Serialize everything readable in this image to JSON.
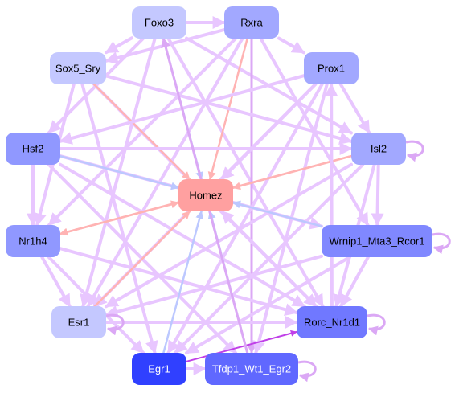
{
  "colors": {
    "edge_light": "#e8c6ff",
    "edge_mid": "#dba8f5",
    "edge_red": "#ffb3b3",
    "edge_blue": "#bcc8ff",
    "edge_strong": "#c040e8"
  },
  "nodes": [
    {
      "id": "foxo3",
      "label": "Foxo3",
      "fill": "#c4c8ff",
      "text_color": "#000000"
    },
    {
      "id": "rxra",
      "label": "Rxra",
      "fill": "#a2a8ff",
      "text_color": "#000000"
    },
    {
      "id": "sox5_sry",
      "label": "Sox5_Sry",
      "fill": "#c4c8ff",
      "text_color": "#000000"
    },
    {
      "id": "prox1",
      "label": "Prox1",
      "fill": "#a2a8ff",
      "text_color": "#000000"
    },
    {
      "id": "hsf2",
      "label": "Hsf2",
      "fill": "#9098ff",
      "text_color": "#000000"
    },
    {
      "id": "isl2",
      "label": "Isl2",
      "fill": "#a2a8ff",
      "text_color": "#000000"
    },
    {
      "id": "homez",
      "label": "Homez",
      "fill": "#ffa0a0",
      "text_color": "#000000"
    },
    {
      "id": "nr1h4",
      "label": "Nr1h4",
      "fill": "#9098ff",
      "text_color": "#000000"
    },
    {
      "id": "wrnip1",
      "label": "Wrnip1_Mta3_Rcor1",
      "fill": "#8088ff",
      "text_color": "#000000"
    },
    {
      "id": "esr1",
      "label": "Esr1",
      "fill": "#c4c8ff",
      "text_color": "#000000"
    },
    {
      "id": "rorc",
      "label": "Rorc_Nr1d1",
      "fill": "#7078ff",
      "text_color": "#000000"
    },
    {
      "id": "egr1",
      "label": "Egr1",
      "fill": "#3040ff",
      "text_color": "#ffffff"
    },
    {
      "id": "tfdp1",
      "label": "Tfdp1_Wt1_Egr2",
      "fill": "#6068ff",
      "text_color": "#ffffff"
    }
  ],
  "edges": [
    {
      "from": "foxo3",
      "to": "rxra",
      "kind": "light"
    },
    {
      "from": "foxo3",
      "to": "sox5_sry",
      "kind": "light"
    },
    {
      "from": "foxo3",
      "to": "hsf2",
      "kind": "light"
    },
    {
      "from": "foxo3",
      "to": "isl2",
      "kind": "light"
    },
    {
      "from": "foxo3",
      "to": "esr1",
      "kind": "light"
    },
    {
      "from": "foxo3",
      "to": "rorc",
      "kind": "light"
    },
    {
      "from": "foxo3",
      "to": "homez",
      "kind": "blue"
    },
    {
      "from": "rxra",
      "to": "sox5_sry",
      "kind": "light"
    },
    {
      "from": "rxra",
      "to": "prox1",
      "kind": "light"
    },
    {
      "from": "rxra",
      "to": "nr1h4",
      "kind": "light"
    },
    {
      "from": "rxra",
      "to": "wrnip1",
      "kind": "light"
    },
    {
      "from": "rxra",
      "to": "esr1",
      "kind": "light"
    },
    {
      "from": "rxra",
      "to": "tfdp1",
      "kind": "mid"
    },
    {
      "from": "rxra",
      "to": "homez",
      "kind": "red"
    },
    {
      "from": "sox5_sry",
      "to": "isl2",
      "kind": "light"
    },
    {
      "from": "sox5_sry",
      "to": "nr1h4",
      "kind": "light"
    },
    {
      "from": "sox5_sry",
      "to": "rorc",
      "kind": "light"
    },
    {
      "from": "sox5_sry",
      "to": "egr1",
      "kind": "light"
    },
    {
      "from": "sox5_sry",
      "to": "homez",
      "kind": "red"
    },
    {
      "from": "prox1",
      "to": "hsf2",
      "kind": "light"
    },
    {
      "from": "prox1",
      "to": "isl2",
      "kind": "light"
    },
    {
      "from": "prox1",
      "to": "esr1",
      "kind": "light"
    },
    {
      "from": "prox1",
      "to": "egr1",
      "kind": "light"
    },
    {
      "from": "prox1",
      "to": "tfdp1",
      "kind": "light"
    },
    {
      "from": "prox1",
      "to": "homez",
      "kind": "light"
    },
    {
      "from": "hsf2",
      "to": "isl2",
      "kind": "light"
    },
    {
      "from": "hsf2",
      "to": "nr1h4",
      "kind": "light"
    },
    {
      "from": "hsf2",
      "to": "wrnip1",
      "kind": "light"
    },
    {
      "from": "hsf2",
      "to": "rorc",
      "kind": "light"
    },
    {
      "from": "hsf2",
      "to": "tfdp1",
      "kind": "light"
    },
    {
      "from": "hsf2",
      "to": "homez",
      "kind": "blue"
    },
    {
      "from": "isl2",
      "to": "nr1h4",
      "kind": "red"
    },
    {
      "from": "isl2",
      "to": "wrnip1",
      "kind": "light"
    },
    {
      "from": "isl2",
      "to": "esr1",
      "kind": "light"
    },
    {
      "from": "isl2",
      "to": "rorc",
      "kind": "light"
    },
    {
      "from": "isl2",
      "to": "egr1",
      "kind": "light"
    },
    {
      "from": "isl2",
      "to": "homez",
      "kind": "red"
    },
    {
      "from": "nr1h4",
      "to": "esr1",
      "kind": "light"
    },
    {
      "from": "nr1h4",
      "to": "egr1",
      "kind": "light"
    },
    {
      "from": "nr1h4",
      "to": "rorc",
      "kind": "light"
    },
    {
      "from": "nr1h4",
      "to": "homez",
      "kind": "red"
    },
    {
      "from": "wrnip1",
      "to": "esr1",
      "kind": "light"
    },
    {
      "from": "wrnip1",
      "to": "rorc",
      "kind": "light"
    },
    {
      "from": "wrnip1",
      "to": "egr1",
      "kind": "light"
    },
    {
      "from": "wrnip1",
      "to": "homez",
      "kind": "blue"
    },
    {
      "from": "esr1",
      "to": "rorc",
      "kind": "light"
    },
    {
      "from": "esr1",
      "to": "homez",
      "kind": "red"
    },
    {
      "from": "egr1",
      "to": "homez",
      "kind": "blue"
    },
    {
      "from": "egr1",
      "to": "tfdp1",
      "kind": "light"
    },
    {
      "from": "egr1",
      "to": "rorc",
      "kind": "strong"
    },
    {
      "from": "tfdp1",
      "to": "homez",
      "kind": "blue"
    },
    {
      "from": "tfdp1",
      "to": "foxo3",
      "kind": "mid"
    },
    {
      "from": "rorc",
      "to": "homez",
      "kind": "light"
    },
    {
      "from": "rorc",
      "to": "prox1",
      "kind": "light"
    }
  ],
  "self_loops": [
    "isl2",
    "wrnip1",
    "esr1",
    "rorc",
    "tfdp1"
  ]
}
